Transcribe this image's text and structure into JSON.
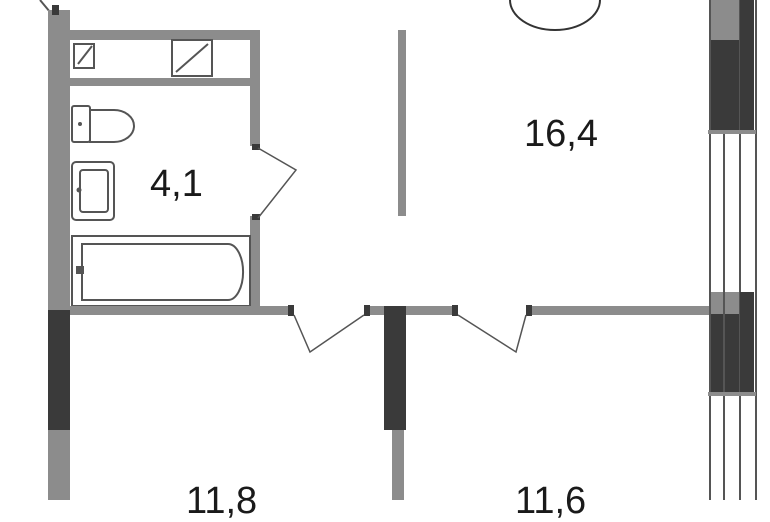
{
  "rooms": {
    "living_room": {
      "area": "16,4"
    },
    "bathroom": {
      "area": "4,1"
    },
    "bedroom_left": {
      "area": "11,8"
    },
    "bedroom_right": {
      "area": "11,6"
    }
  },
  "colors": {
    "wall_light": "#8c8c8c",
    "wall_dark": "#3a3a3a",
    "fixture_stroke": "#555555",
    "background": "#ffffff"
  }
}
